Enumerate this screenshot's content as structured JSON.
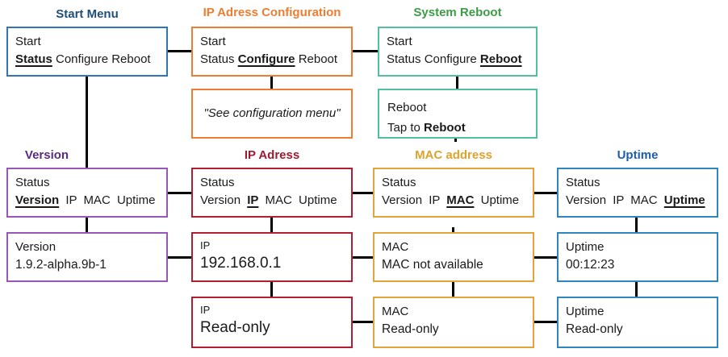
{
  "diagram": {
    "titles": {
      "start_menu": "Start Menu",
      "ip_config": "IP Adress Configuration",
      "system_reboot": "System Reboot",
      "version": "Version",
      "ip": "IP Adress",
      "mac": "MAC address",
      "uptime": "Uptime"
    },
    "boxes": {
      "start_menu_screen": {
        "line1": "Start",
        "pre": "",
        "hot": "Status",
        "post": " Configure Reboot"
      },
      "ip_config_screen": {
        "line1": "Start",
        "pre": "Status ",
        "hot": "Configure",
        "post": " Reboot"
      },
      "reboot_screen": {
        "line1": "Start",
        "pre": "Status Configure ",
        "hot": "Reboot",
        "post": ""
      },
      "config_note": {
        "text": "\"See configuration menu\""
      },
      "reboot_action": {
        "line1": "Reboot",
        "pre": "Tap to ",
        "hot": "Reboot",
        "post": ""
      },
      "status_version": {
        "line1": "Status",
        "pre": "",
        "hot": "Version",
        "post": " IP MAC Uptime"
      },
      "status_ip": {
        "line1": "Status",
        "pre": "Version ",
        "hot": "IP",
        "post": " MAC Uptime"
      },
      "status_mac": {
        "line1": "Status",
        "pre": "Version IP ",
        "hot": "MAC",
        "post": " Uptime"
      },
      "status_uptime": {
        "line1": "Status",
        "pre": "Version IP MAC ",
        "hot": "Uptime",
        "post": ""
      },
      "version_value": {
        "label": "Version",
        "value": "1.9.2-alpha.9b-1"
      },
      "ip_value": {
        "label": "IP",
        "value": "192.168.0.1"
      },
      "mac_value": {
        "label": "MAC",
        "value": "MAC not available"
      },
      "uptime_value": {
        "label": "Uptime",
        "value": "00:12:23"
      },
      "ip_readonly": {
        "label": "IP",
        "value": "Read-only"
      },
      "mac_readonly": {
        "label": "MAC",
        "value": "Read-only"
      },
      "uptime_readonly": {
        "label": "Uptime",
        "value": "Read-only"
      }
    },
    "colors": {
      "start_menu_title": "#1F4E79",
      "start_menu_border": "#2E75B6",
      "ip_config_title": "#ED7D31",
      "ip_config_border": "#ED7D31",
      "reboot_title": "#3D9B47",
      "reboot_border": "#52BFA0",
      "version_title": "#5B2A86",
      "version_border": "#9857B8",
      "ip_title": "#9C1B30",
      "ip_border": "#B01E32",
      "mac_title": "#DDA32C",
      "mac_border": "#E2A33C",
      "uptime_title": "#1F5CA9",
      "uptime_border": "#2E86C1",
      "connector": "#000000"
    }
  }
}
